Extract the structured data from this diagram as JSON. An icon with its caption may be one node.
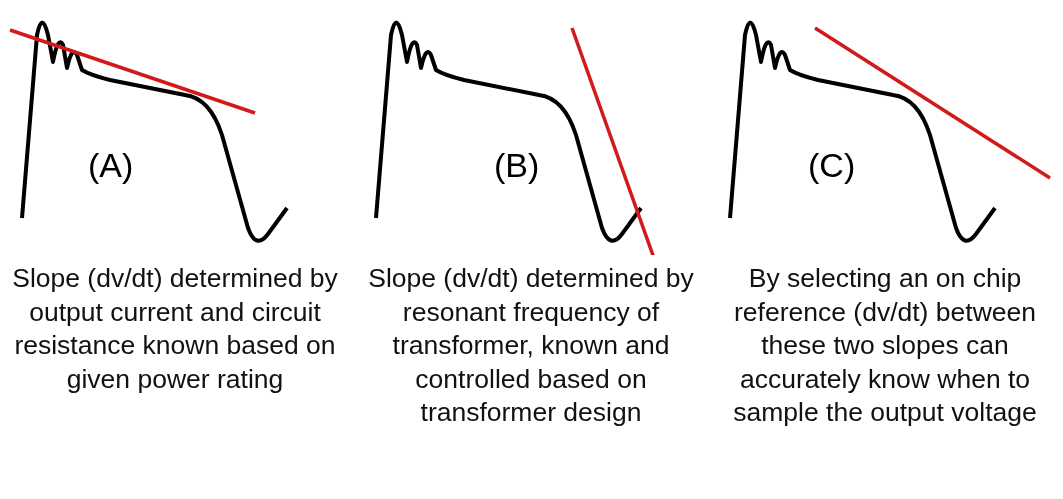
{
  "diagram": {
    "labels": [
      "(A)",
      "(B)",
      "(C)",
      "Slope (dv/dt) determined by output current and circuit resistance known based on given power rating",
      "Slope (dv/dt) determined by resonant frequency of transformer, known and controlled based on transformer design",
      "By selecting an on chip reference (dv/dt) between these two slopes can accurately know when to sample the output voltage"
    ]
  }
}
